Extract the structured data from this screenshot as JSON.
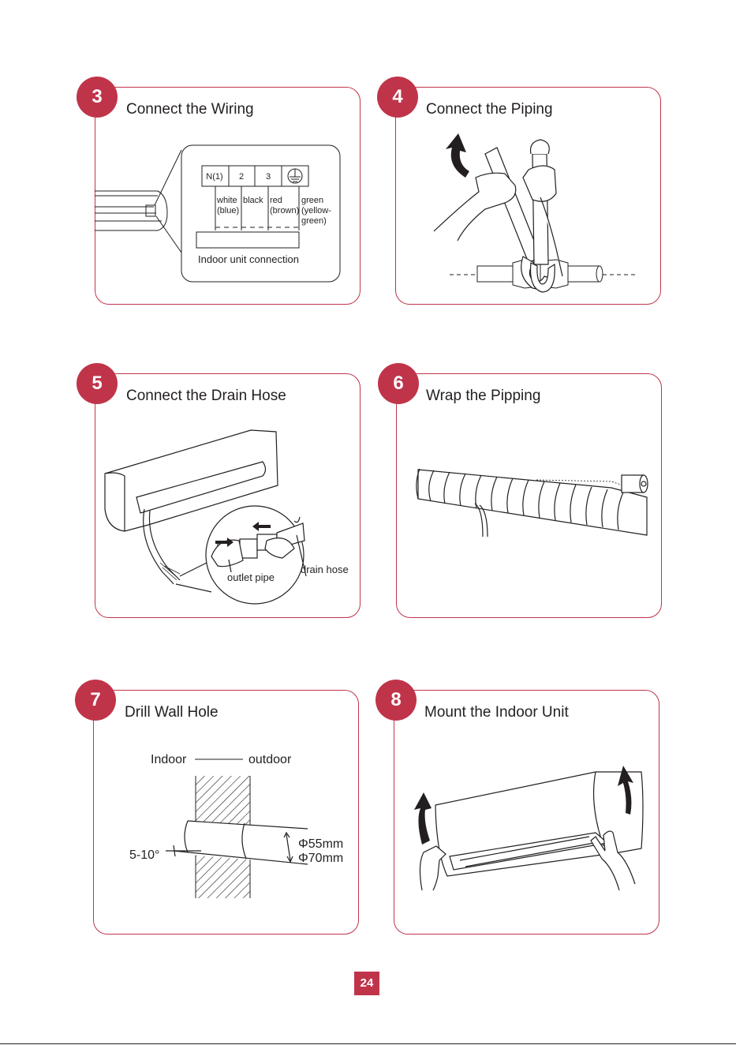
{
  "steps": [
    {
      "number": "3",
      "title": "Connect the Wiring"
    },
    {
      "number": "4",
      "title": "Connect the Piping"
    },
    {
      "number": "5",
      "title": "Connect the Drain Hose"
    },
    {
      "number": "6",
      "title": "Wrap the Pipping"
    },
    {
      "number": "7",
      "title": "Drill Wall Hole"
    },
    {
      "number": "8",
      "title": "Mount the Indoor Unit"
    }
  ],
  "wiring": {
    "terminals": [
      "N(1)",
      "2",
      "3"
    ],
    "wire_colors": [
      {
        "line1": "white",
        "line2": "(blue)"
      },
      {
        "line1": "black",
        "line2": ""
      },
      {
        "line1": "red",
        "line2": "(brown)"
      },
      {
        "line1": "green",
        "line2": "(yellow-",
        "line3": "green)"
      }
    ],
    "caption": "Indoor unit connection"
  },
  "drain": {
    "outlet_label": "outlet pipe",
    "hose_label": "drain hose"
  },
  "wall": {
    "indoor_label": "Indoor",
    "outdoor_label": "outdoor",
    "angle_label": "5-10°",
    "diameter_1": "Φ55mm",
    "diameter_2": "Φ70mm"
  },
  "page_number": "24"
}
